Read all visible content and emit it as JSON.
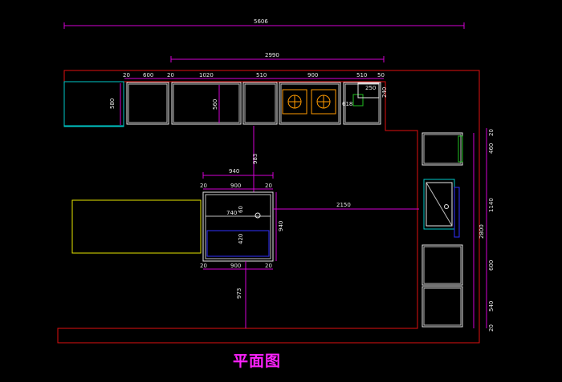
{
  "title": "平面图",
  "colors": {
    "background": "#000000",
    "wall": "#e01010",
    "dimension": "#d400d4",
    "title": "#ff22ff",
    "text": "#e8e8e8"
  },
  "dimensions": {
    "overall": "5606",
    "upper_run": "2990",
    "top_segments": [
      "20",
      "600",
      "20",
      "1020",
      "510",
      "900",
      "510",
      "50"
    ],
    "left_cabinet_depth": "580",
    "top_cabinet_depth": "560",
    "small_a": "250",
    "small_b": "240",
    "small_c": "618",
    "island_to_top": "983",
    "island_width": "940",
    "island_top_parts": [
      "20",
      "900",
      "20"
    ],
    "island_bottom_parts": [
      "20",
      "900",
      "20"
    ],
    "island_inner_a": "740",
    "island_inner_b": "60",
    "island_inner_c": "420",
    "island_depth": "940",
    "island_to_right": "2150",
    "island_to_bottom": "973",
    "right_run": "2800",
    "right_segments": [
      "20",
      "460",
      "1140",
      "600",
      "540",
      "20"
    ]
  }
}
